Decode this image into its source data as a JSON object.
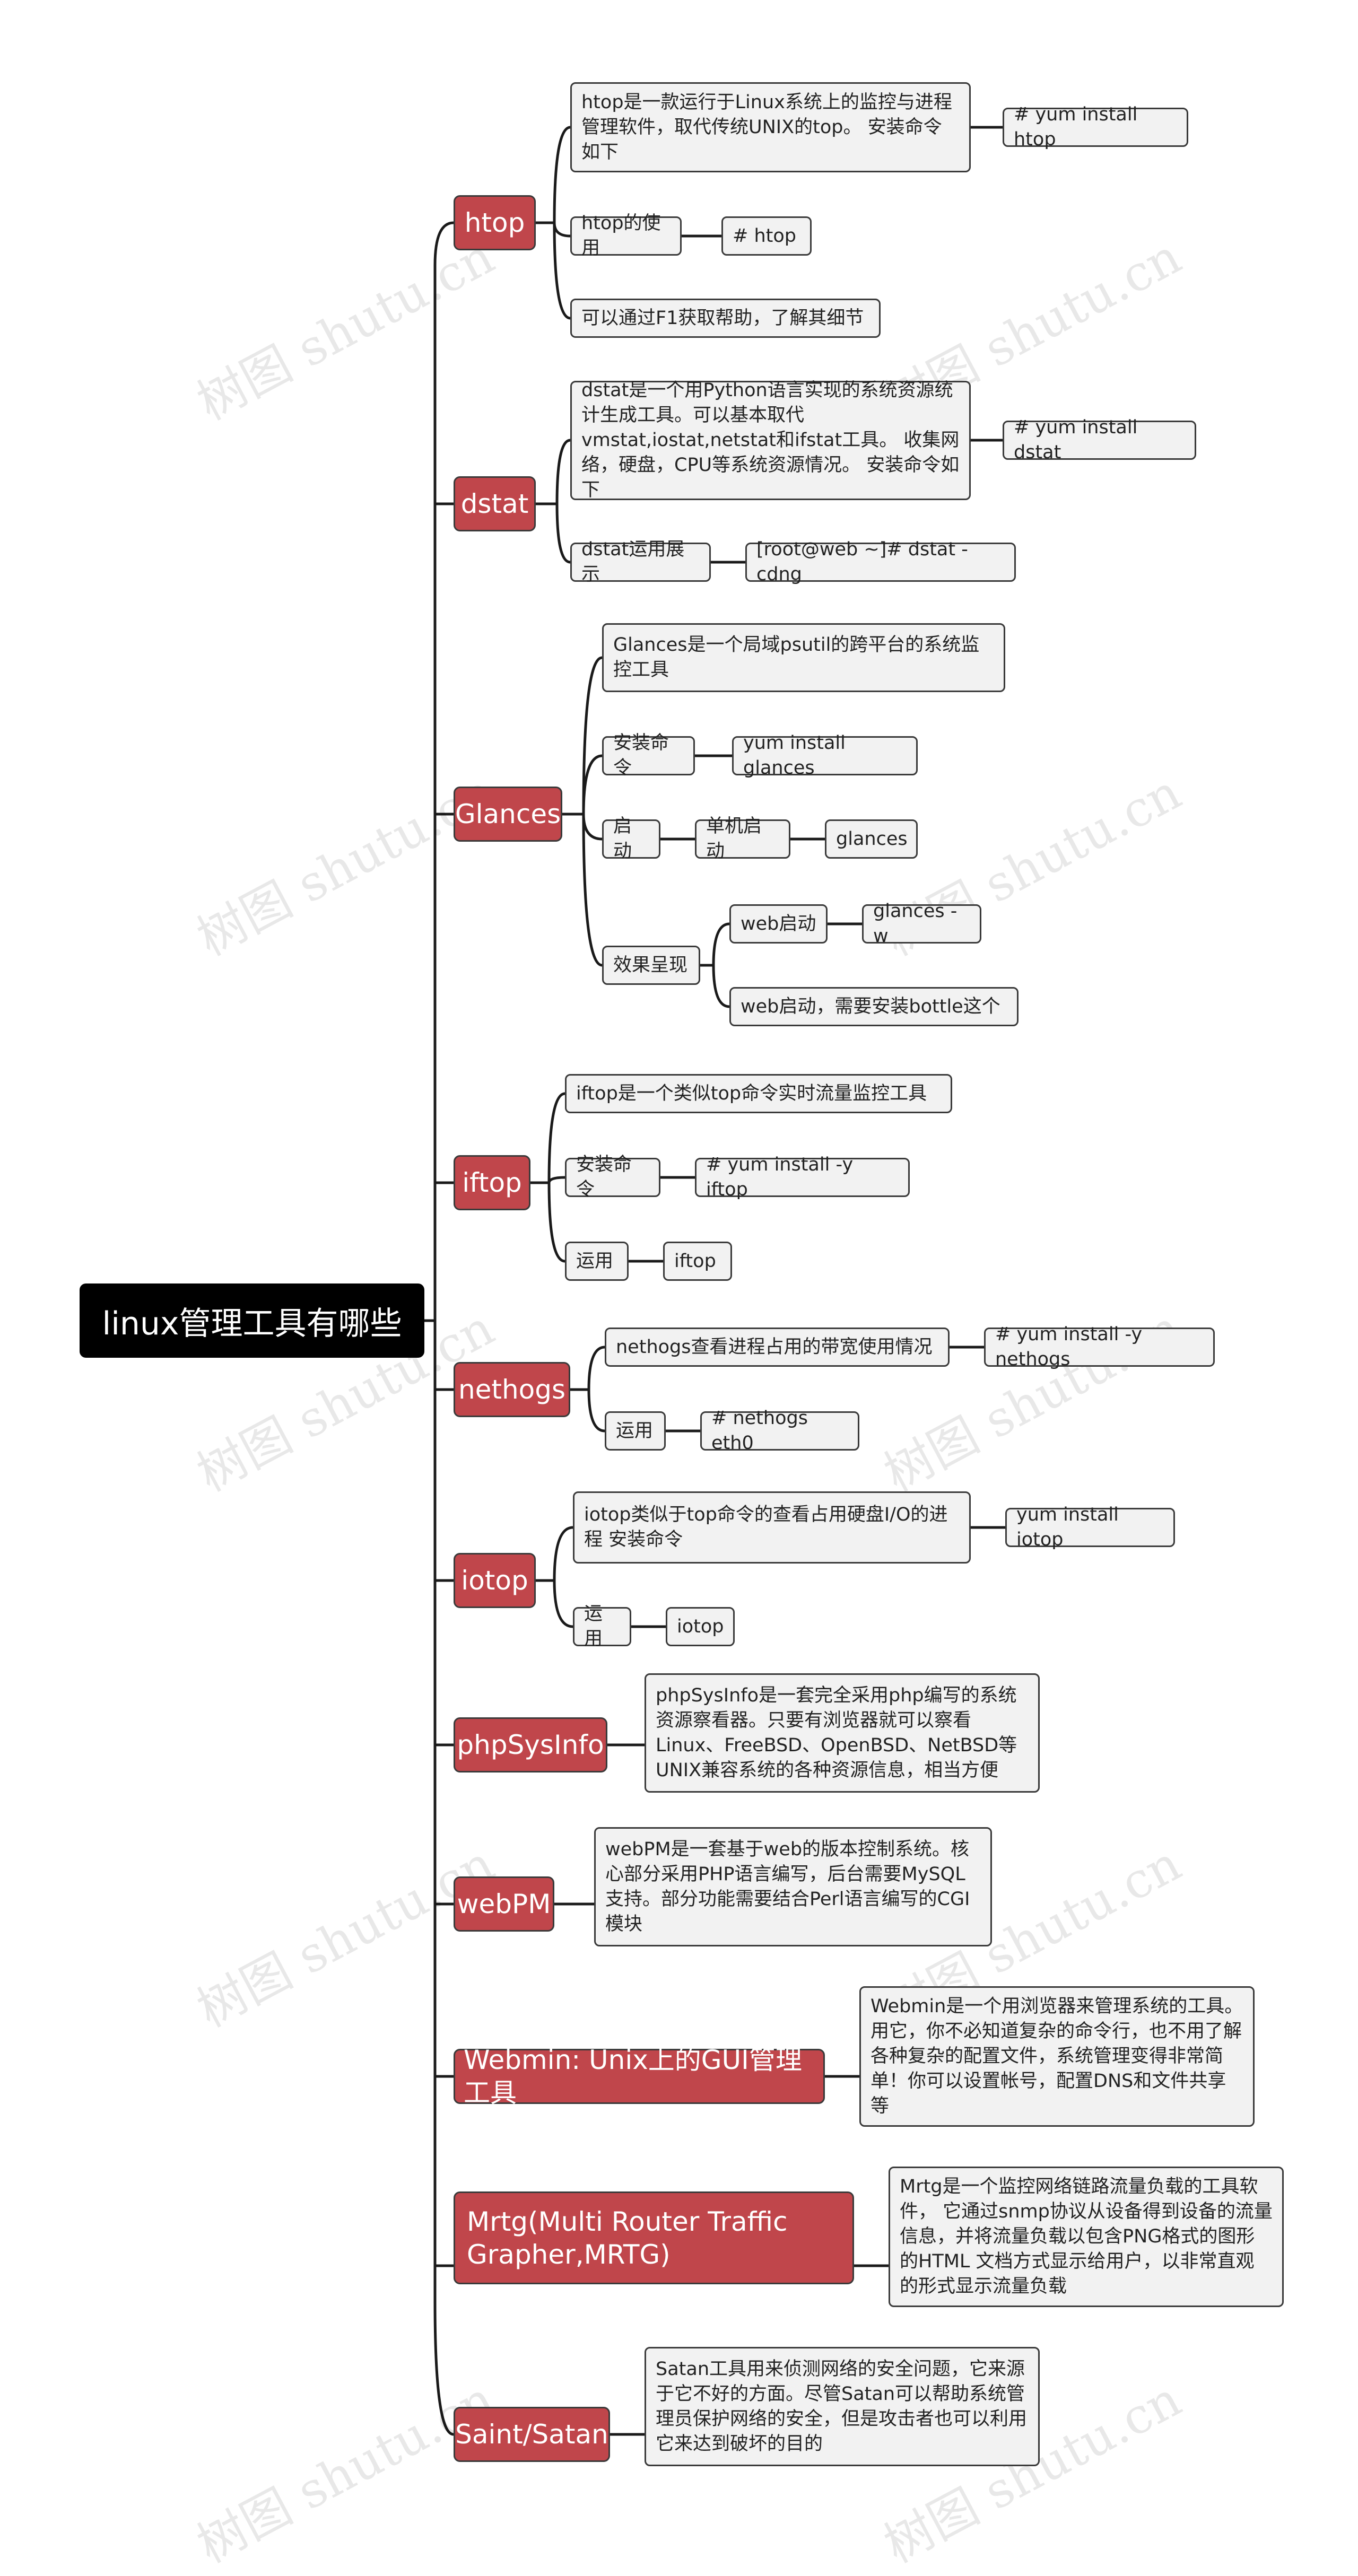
{
  "root": "linux管理工具有哪些",
  "watermark": "树图 shutu.cn",
  "topics": [
    {
      "label": "htop",
      "items": [
        {
          "text": "htop是一款运行于Linux系统上的监控与进程管理软件，取代传统UNIX的top。 安装命令如下",
          "child": "# yum install htop"
        },
        {
          "text": "htop的使用",
          "child": "# htop"
        },
        {
          "text": "可以通过F1获取帮助，了解其细节"
        }
      ]
    },
    {
      "label": "dstat",
      "items": [
        {
          "text": "dstat是一个用Python语言实现的系统资源统计生成工具。可以基本取代vmstat,iostat,netstat和ifstat工具。 收集网络，硬盘，CPU等系统资源情况。 安装命令如下",
          "child": "# yum install dstat"
        },
        {
          "text": "dstat运用展示",
          "child": "[root@web ~]# dstat -cdng"
        }
      ]
    },
    {
      "label": "Glances",
      "items": [
        {
          "text": "Glances是一个局域psutil的跨平台的系统监控工具"
        },
        {
          "text": "安装命令",
          "child": "yum install glances"
        },
        {
          "text": "启动",
          "child": "单机启动",
          "grandchild": "glances"
        },
        {
          "text": "效果呈现",
          "sub": [
            {
              "text": "web启动",
              "child": "glances -w"
            },
            {
              "text": "web启动，需要安装bottle这个"
            }
          ]
        }
      ]
    },
    {
      "label": "iftop",
      "items": [
        {
          "text": "iftop是一个类似top命令实时流量监控工具"
        },
        {
          "text": "安装命令",
          "child": "# yum install -y iftop"
        },
        {
          "text": "运用",
          "child": "iftop"
        }
      ]
    },
    {
      "label": "nethogs",
      "items": [
        {
          "text": "nethogs查看进程占用的带宽使用情况",
          "child": "# yum install -y nethogs"
        },
        {
          "text": "运用",
          "child": "# nethogs eth0"
        }
      ]
    },
    {
      "label": "iotop",
      "items": [
        {
          "text": "iotop类似于top命令的查看占用硬盘I/O的进程 安装命令",
          "child": "yum install iotop"
        },
        {
          "text": "运用",
          "child": "iotop"
        }
      ]
    },
    {
      "label": "phpSysInfo",
      "items": [
        {
          "text": "phpSysInfo是一套完全采用php编写的系统资源察看器。只要有浏览器就可以察看Linux、FreeBSD、OpenBSD、NetBSD等UNIX兼容系统的各种资源信息，相当方便"
        }
      ]
    },
    {
      "label": "webPM",
      "items": [
        {
          "text": "webPM是一套基于web的版本控制系统。核心部分采用PHP语言编写，后台需要MySQL支持。部分功能需要结合Perl语言编写的CGI模块"
        }
      ]
    },
    {
      "label": "Webmin: Unix上的GUI管理工具",
      "items": [
        {
          "text": "Webmin是一个用浏览器来管理系统的工具。用它，你不必知道复杂的命令行，也不用了解各种复杂的配置文件，系统管理变得非常简单！你可以设置帐号，配置DNS和文件共享等"
        }
      ]
    },
    {
      "label": "Mrtg(Multi Router Traffic Grapher,MRTG)",
      "items": [
        {
          "text": "Mrtg是一个监控网络链路流量负载的工具软件， 它通过snmp协议从设备得到设备的流量信息，并将流量负载以包含PNG格式的图形的HTML 文档方式显示给用户，以非常直观的形式显示流量负载"
        }
      ]
    },
    {
      "label": "Saint/Satan",
      "items": [
        {
          "text": "Satan工具用来侦测网络的安全问题，它来源于它不好的方面。尽管Satan可以帮助系统管理员保护网络的安全，但是攻击者也可以利用它来达到破坏的目的"
        }
      ]
    }
  ]
}
